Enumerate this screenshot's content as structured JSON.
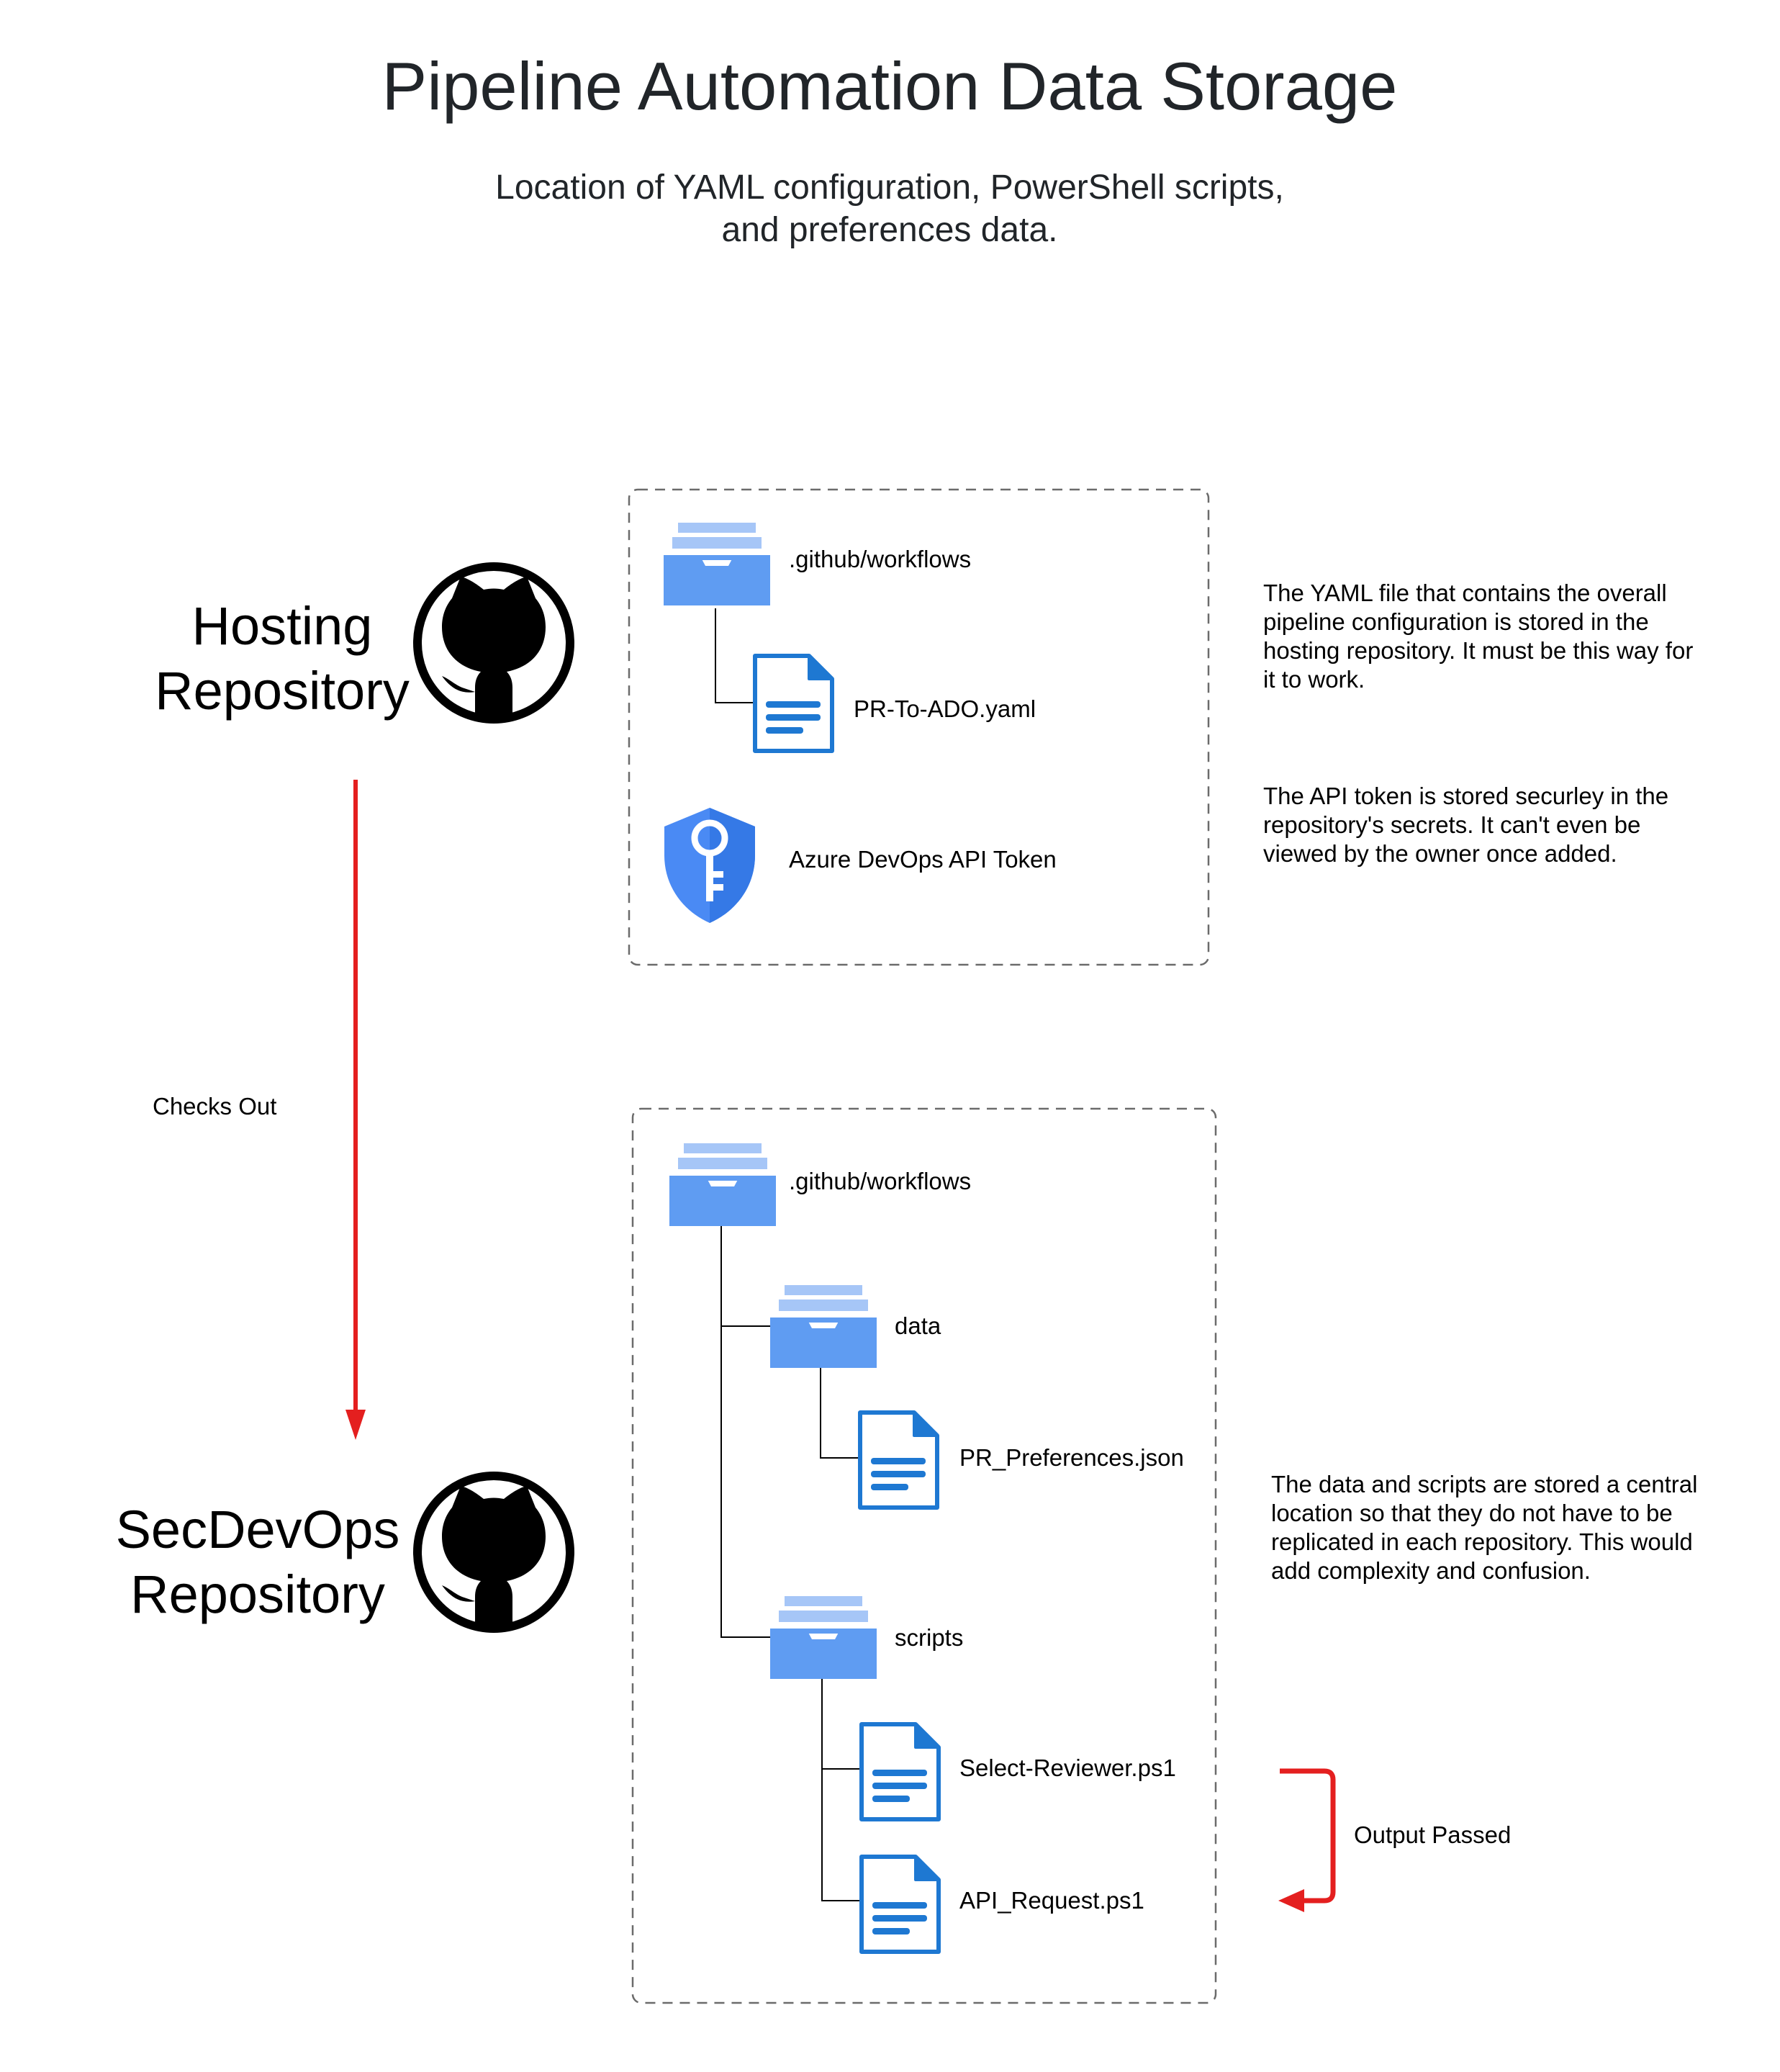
{
  "title": "Pipeline Automation Data Storage",
  "subtitle": {
    "line1": "Location of YAML configuration, PowerShell scripts,",
    "line2": "and preferences data."
  },
  "colors": {
    "text": "#212529",
    "arrow": "#e41f1f",
    "folder": "#5f9cf2",
    "folder_light": "#a6c6f7",
    "document": "#1e78d2",
    "shield": "#4a8af4"
  },
  "repositories": {
    "hosting": {
      "line1": "Hosting",
      "line2": "Repository",
      "icon": "github-icon"
    },
    "secdevops": {
      "line1": "SecDevOps",
      "line2": "Repository",
      "icon": "github-icon"
    }
  },
  "hosting_box": {
    "workflows_folder": ".github/workflows",
    "yaml_file": "PR-To-ADO.yaml",
    "token": "Azure DevOps API Token"
  },
  "secdevops_box": {
    "workflows_folder": ".github/workflows",
    "data_folder": "data",
    "preferences_file": "PR_Preferences.json",
    "scripts_folder": "scripts",
    "select_script": "Select-Reviewer.ps1",
    "api_script": "API_Request.ps1"
  },
  "connectors": {
    "checks_out": "Checks Out",
    "output_passed": "Output Passed"
  },
  "notes": {
    "yaml": [
      "The YAML file that contains the overall",
      "pipeline configuration is stored in the",
      "hosting repository. It must be this way for",
      "it to work."
    ],
    "token": [
      "The API token is stored securley in the",
      "repository's secrets. It can't even be",
      "viewed by the owner once added."
    ],
    "scripts": [
      "The data and scripts are stored a central",
      "location so that they do not have to be",
      "replicated in each repository. This would",
      "add complexity and confusion."
    ]
  }
}
